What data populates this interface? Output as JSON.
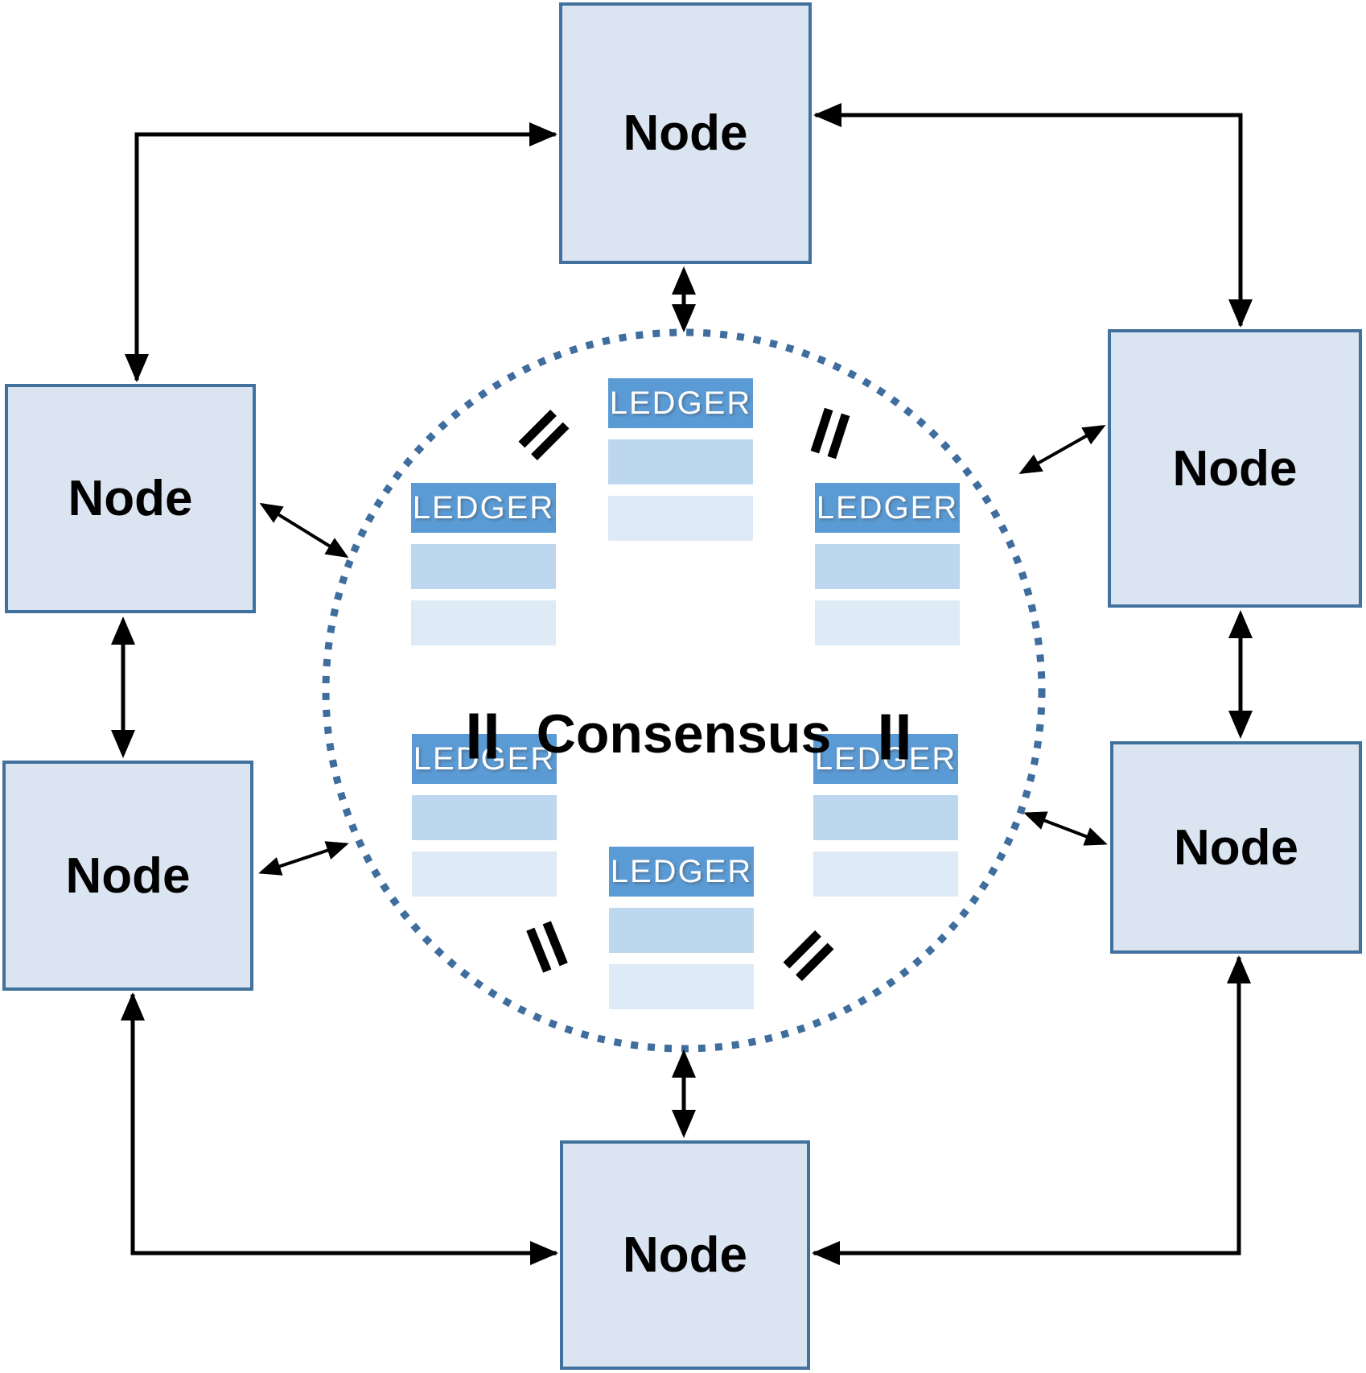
{
  "diagram": {
    "consensus_label": "Consensus",
    "equals_symbol": "=",
    "nodes": {
      "top": {
        "label": "Node"
      },
      "left_upper": {
        "label": "Node"
      },
      "left_lower": {
        "label": "Node"
      },
      "right_upper": {
        "label": "Node"
      },
      "right_lower": {
        "label": "Node"
      },
      "bottom": {
        "label": "Node"
      }
    },
    "ledgers": {
      "top": {
        "label": "LEDGER"
      },
      "left": {
        "label": "LEDGER"
      },
      "right": {
        "label": "LEDGER"
      },
      "bottom_left": {
        "label": "LEDGER"
      },
      "bottom_right": {
        "label": "LEDGER"
      },
      "bottom_center": {
        "label": "LEDGER"
      }
    },
    "colors": {
      "ledger_header": "#5b9bd5",
      "ledger_row_medium": "#bdd7ee",
      "ledger_row_light": "#deeaf6",
      "node_fill": "#dbe5f1",
      "node_border": "#41719c",
      "circle_dots": "#3e6d9e",
      "arrow": "#000000"
    }
  }
}
